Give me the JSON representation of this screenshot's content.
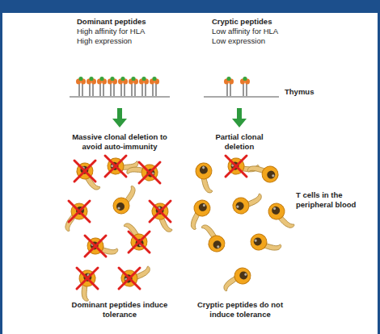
{
  "diagram": {
    "labels": [
      "Dominant peptides",
      "High affinity for HLA",
      "High expression",
      "Cryptic peptides",
      "Low affinity for HLA",
      "Low expression",
      "Thymus",
      "Massive clonal deletion to avoid auto-immunity",
      "Partial clonal deletion",
      "T cells in the peripheral blood",
      "Dominant peptides induce tolerance",
      "Cryptic peptides do not induce tolerance"
    ]
  }
}
